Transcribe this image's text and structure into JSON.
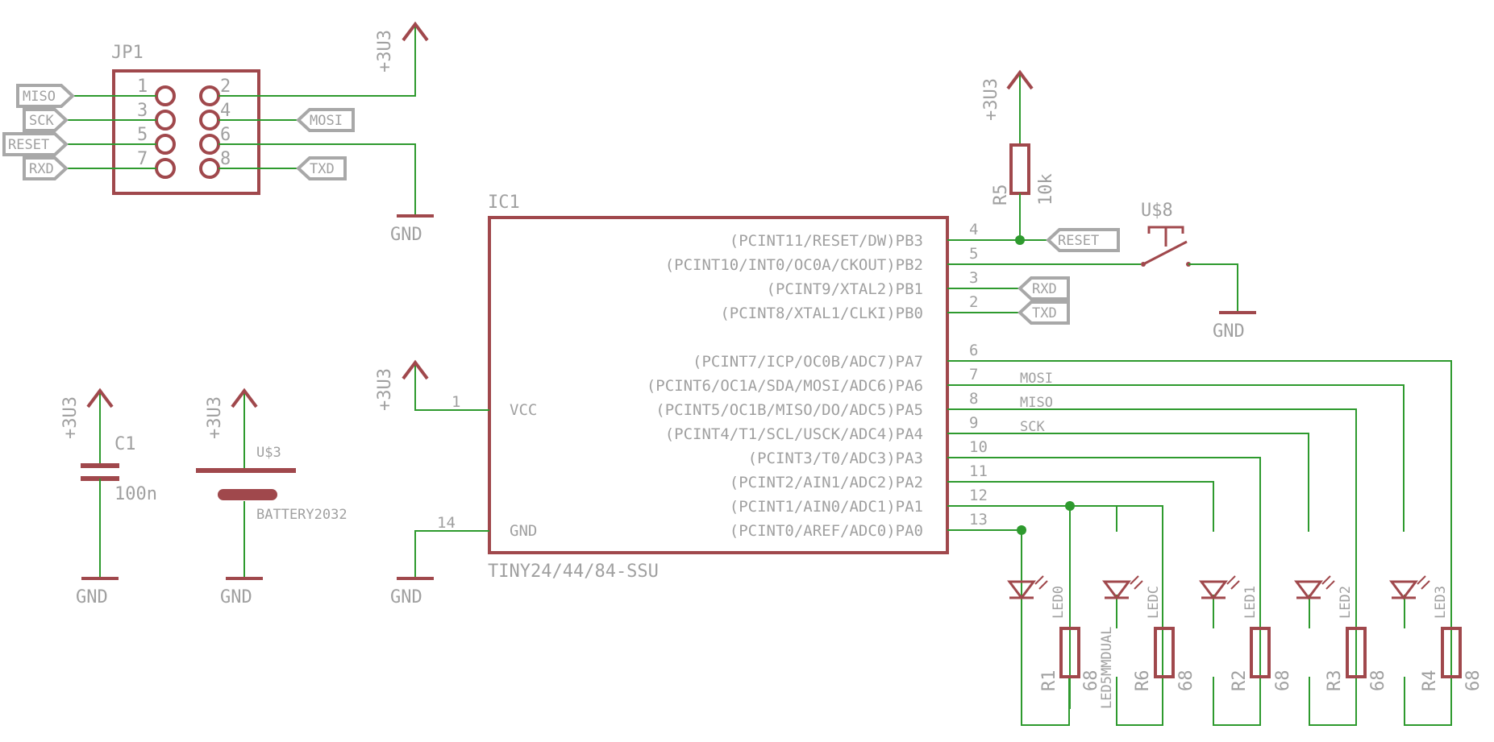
{
  "jp1": {
    "name": "JP1",
    "pins_left": [
      "1",
      "3",
      "5",
      "7"
    ],
    "pins_right": [
      "2",
      "4",
      "6",
      "8"
    ],
    "tags_left": [
      "MISO",
      "SCK",
      "RESET",
      "RXD"
    ],
    "tags_right": [
      "MOSI",
      "TXD"
    ]
  },
  "supply": "+3U3",
  "ground": "GND",
  "ic1": {
    "name": "IC1",
    "part": "TINY24/44/84-SSU",
    "vcc_label": "VCC",
    "gnd_label": "GND",
    "vcc_pin": "1",
    "gnd_pin": "14",
    "right_pins": [
      {
        "num": "4",
        "label": "(PCINT11/RESET/DW)PB3"
      },
      {
        "num": "5",
        "label": "(PCINT10/INT0/OC0A/CKOUT)PB2"
      },
      {
        "num": "3",
        "label": "(PCINT9/XTAL2)PB1"
      },
      {
        "num": "2",
        "label": "(PCINT8/XTAL1/CLKI)PB0"
      },
      {
        "num": "6",
        "label": "(PCINT7/ICP/OC0B/ADC7)PA7"
      },
      {
        "num": "7",
        "label": "(PCINT6/OC1A/SDA/MOSI/ADC6)PA6"
      },
      {
        "num": "8",
        "label": "(PCINT5/OC1B/MISO/DO/ADC5)PA5"
      },
      {
        "num": "9",
        "label": "(PCINT4/T1/SCL/USCK/ADC4)PA4"
      },
      {
        "num": "10",
        "label": "(PCINT3/T0/ADC3)PA3"
      },
      {
        "num": "11",
        "label": "(PCINT2/AIN1/ADC2)PA2"
      },
      {
        "num": "12",
        "label": "(PCINT1/AIN0/ADC1)PA1"
      },
      {
        "num": "13",
        "label": "(PCINT0/AREF/ADC0)PA0"
      }
    ]
  },
  "nets": {
    "reset": "RESET",
    "rxd": "RXD",
    "txd": "TXD",
    "mosi": "MOSI",
    "miso": "MISO",
    "sck": "SCK"
  },
  "r5": {
    "name": "R5",
    "value": "10k"
  },
  "switch": {
    "name": "U$8"
  },
  "c1": {
    "name": "C1",
    "value": "100n"
  },
  "battery": {
    "name": "U$3",
    "value": "BATTERY2032"
  },
  "leds": [
    {
      "led": "LED0",
      "res": "R1",
      "value": "68"
    },
    {
      "led": "LEDC",
      "res": "R6",
      "value": "68"
    },
    {
      "led": "LED1",
      "res": "R2",
      "value": "68"
    },
    {
      "led": "LED2",
      "res": "R3",
      "value": "68"
    },
    {
      "led": "LED3",
      "res": "R4",
      "value": "68"
    }
  ],
  "overlap_label": "LED5MMDUAL"
}
